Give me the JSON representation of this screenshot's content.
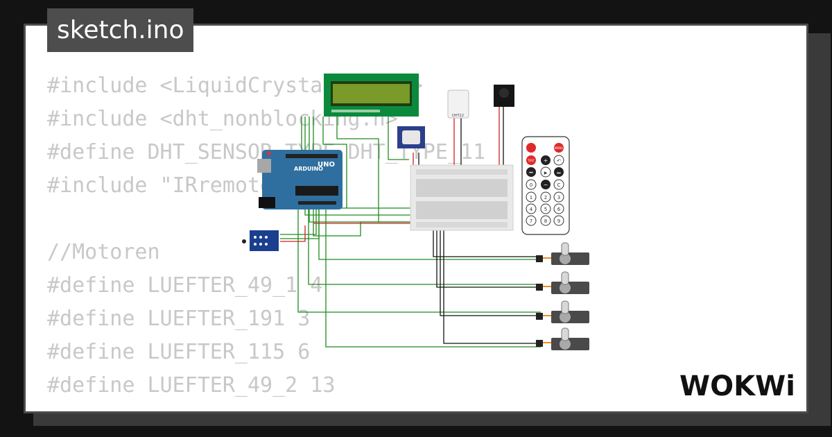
{
  "project": {
    "filename": "sketch.ino"
  },
  "code_lines": [
    "#include <LiquidCrystal_I2C.h>",
    "#include <dht_nonblocking.h>",
    "#define DHT_SENSOR_TYPE DHT_TYPE_11",
    "#include \"IRremote.h\"",
    "",
    "//Motoren",
    "#define LUEFTER_49_1 4",
    "#define LUEFTER_191 3",
    "#define LUEFTER_115 6",
    "#define LUEFTER_49_2 13"
  ],
  "arduino": {
    "model": "UNO",
    "brand": "ARDUINO"
  },
  "dht_sensor": {
    "label": "DHT22"
  },
  "remote": {
    "top_buttons": [
      "",
      "MENU"
    ],
    "row2": [
      "TEST",
      "+",
      "↶"
    ],
    "row3": [
      "⏮",
      "▶",
      "⏭"
    ],
    "row4": [
      "0",
      "−",
      "C"
    ],
    "digits": [
      "1",
      "2",
      "3",
      "4",
      "5",
      "6",
      "7",
      "8",
      "9"
    ]
  },
  "brand": {
    "name": "WOKWi"
  },
  "colors": {
    "wire_green": "#1e8a1e",
    "wire_red": "#d21e1e",
    "wire_black": "#111111",
    "lcd_green": "#0b8a3d",
    "board_blue": "#2f6f9f"
  }
}
